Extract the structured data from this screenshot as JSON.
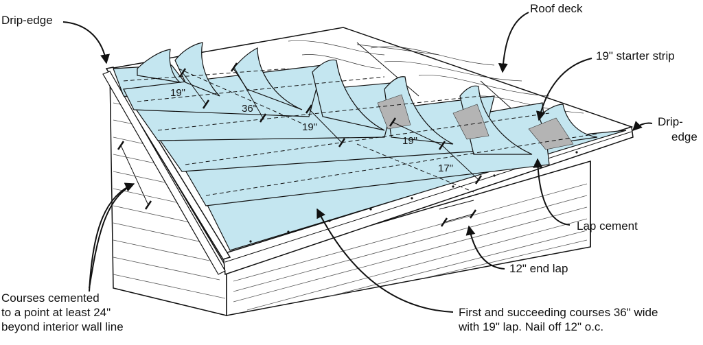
{
  "labels": {
    "drip_edge_left": "Drip-edge",
    "roof_deck": "Roof deck",
    "starter_strip": "19\" starter strip",
    "drip_edge_right_1": "Drip-",
    "drip_edge_right_2": "edge",
    "lap_cement": "Lap cement",
    "end_lap": "12\" end lap",
    "courses_cemented_1": "Courses cemented",
    "courses_cemented_2": "to a point at least 24\"",
    "courses_cemented_3": "beyond interior wall line",
    "first_courses_1": "First and succeeding courses 36\" wide",
    "first_courses_2": "with 19\" lap. Nail off 12\" o.c."
  },
  "dimensions": {
    "d1": "19\"",
    "d2": "36\"",
    "d3": "19\"",
    "d4": "19\"",
    "d5": "17\""
  },
  "colors": {
    "membrane": "#c4e6f0",
    "cement": "#b4b4b4",
    "deck": "#ffffff",
    "line": "#111111"
  }
}
